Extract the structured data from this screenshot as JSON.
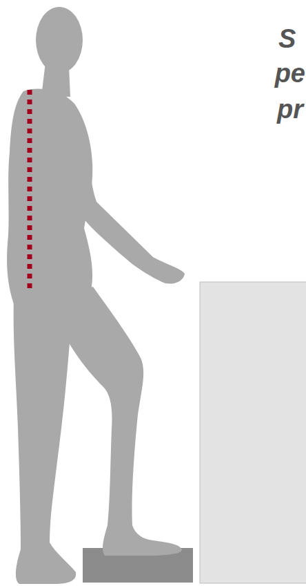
{
  "diagram": {
    "labels": [
      "S",
      "pe",
      "pr"
    ]
  }
}
